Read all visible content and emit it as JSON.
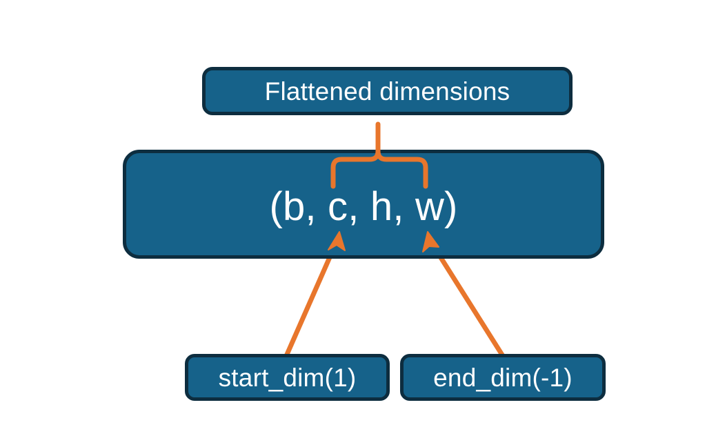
{
  "diagram": {
    "title_node": {
      "label": "Flattened dimensions"
    },
    "shape_node": {
      "label": "(b, c, h, w)"
    },
    "start_node": {
      "label": "start_dim(1)"
    },
    "end_node": {
      "label": "end_dim(-1)"
    },
    "colors": {
      "node_fill": "#16628a",
      "node_border": "#0d2d3f",
      "node_text": "#ffffff",
      "accent": "#e8762c",
      "background": "#ffffff"
    }
  }
}
